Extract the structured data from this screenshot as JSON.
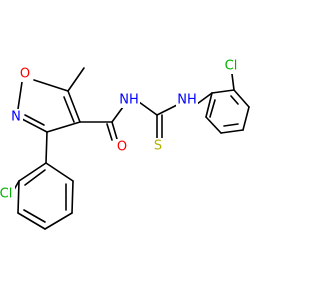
{
  "molecule": {
    "colors": {
      "bond": "#000000",
      "O": "#ff0000",
      "N": "#0000ff",
      "S": "#b2b200",
      "Cl": "#00b200"
    },
    "atom_labels": {
      "ring_o": "O",
      "ring_n": "N",
      "carbonyl_o": "O",
      "amide_nh": "NH",
      "thio_nh": "NH",
      "thio_s": "S",
      "cl_top": "Cl",
      "cl_bottom": "Cl"
    }
  }
}
